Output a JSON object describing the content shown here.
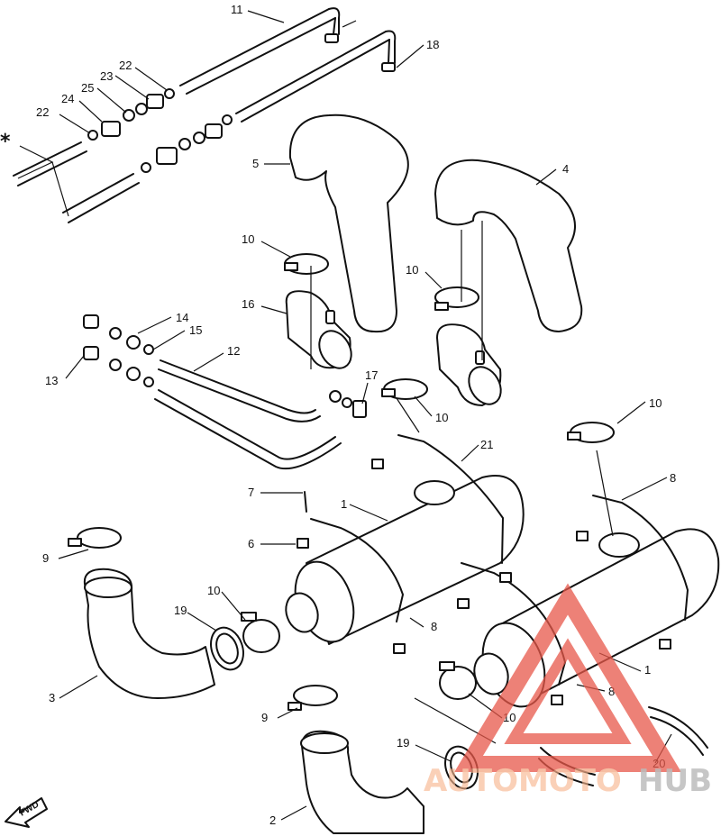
{
  "callouts": {
    "c1a": "1",
    "c1b": "1",
    "c2": "2",
    "c3": "3",
    "c4": "4",
    "c5": "5",
    "c6": "6",
    "c7": "7",
    "c8a": "8",
    "c8b": "8",
    "c8c": "8",
    "c9a": "9",
    "c9b": "9",
    "c10a": "10",
    "c10b": "10",
    "c10c": "10",
    "c10d": "10",
    "c10e": "10",
    "c10f": "10",
    "c11": "11",
    "c12": "12",
    "c13": "13",
    "c14": "14",
    "c15": "15",
    "c16": "16",
    "c17": "17",
    "c18": "18",
    "c19a": "19",
    "c19b": "19",
    "c20": "20",
    "c21": "21",
    "c22a": "22",
    "c22b": "22",
    "c23": "23",
    "c24": "24",
    "c25": "25"
  },
  "star_mark": "*",
  "fwd_label": "FWD",
  "watermark": {
    "text_a": "AUTOMOTO",
    "text_b": "HUB",
    "color": "#e8584a"
  }
}
